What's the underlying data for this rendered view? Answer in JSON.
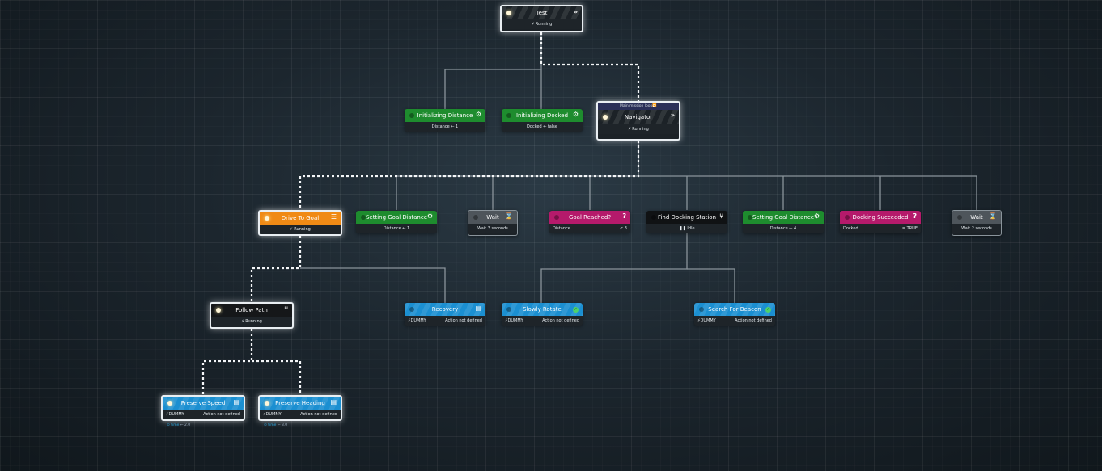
{
  "tree": {
    "nodes": {
      "test": {
        "title": "Test",
        "status_icon": "run-icon",
        "status": "Running",
        "color": "#6b45b0",
        "icon": "sequence-chevrons-icon"
      },
      "init_distance": {
        "title": "Initializing Distance",
        "value": "Distance ← 1",
        "color": "#1e8c2e",
        "icon": "gears-icon"
      },
      "init_docked": {
        "title": "Initializing Docked",
        "value": "Docked ← false",
        "color": "#1e8c2e",
        "icon": "gears-icon"
      },
      "navigator": {
        "annotation": "Main mission loop🔁",
        "title": "Navigator",
        "status": "Running",
        "color": "#6b45b0",
        "icon": "sequence-chevrons-icon"
      },
      "drive_to_goal": {
        "title": "Drive To Goal",
        "status": "Running",
        "color": "#f08a15",
        "icon": "fallback-list-icon"
      },
      "set_goal_distance_1": {
        "title": "Setting Goal Distance",
        "value": "Distance ← 1",
        "color": "#1e8c2e",
        "icon": "gears-icon"
      },
      "wait_3": {
        "title": "Wait",
        "value": "Wait 3 seconds",
        "color": "#4e555b",
        "icon": "hourglass-icon"
      },
      "goal_reached": {
        "title": "Goal Reached?",
        "var": "Distance",
        "op": "<",
        "rhs": "< 3",
        "color": "#b51a6b",
        "icon": "question-icon"
      },
      "find_docking": {
        "title": "Find Docking Station",
        "status": "Idle",
        "color": "#101214",
        "icon": "parallel-branch-icon"
      },
      "set_goal_distance_4": {
        "title": "Setting Goal Distance",
        "value": "Distance ← 4",
        "color": "#1e8c2e",
        "icon": "gears-icon"
      },
      "docking_succeeded": {
        "title": "Docking Succeeded",
        "var": "Docked",
        "op": "=",
        "rhs": "= TRUE",
        "color": "#b51a6b",
        "icon": "question-icon"
      },
      "wait_2": {
        "title": "Wait",
        "value": "Wait 2 seconds",
        "color": "#4e555b",
        "icon": "hourglass-icon"
      },
      "follow_path": {
        "title": "Follow Path",
        "status": "Running",
        "color": "#151719",
        "icon": "parallel-branch-icon"
      },
      "recovery": {
        "title": "Recovery",
        "tag": "DUMMY",
        "note": "Action not defined",
        "color": "#1b8fd1",
        "icon": "clipboard-icon"
      },
      "slowly_rotate": {
        "title": "Slowly Rotate",
        "tag": "DUMMY",
        "note": "Action not defined",
        "color": "#1b8fd1",
        "icon": "check-circle-icon"
      },
      "search_beacon": {
        "title": "Search For Beacon",
        "tag": "DUMMY",
        "note": "Action not defined",
        "color": "#1b8fd1",
        "icon": "check-circle-icon"
      },
      "preserve_speed": {
        "title": "Preserve Speed",
        "tag": "DUMMY",
        "note": "Action not defined",
        "foot_key": "time",
        "foot_val": "← 2.0",
        "color": "#1b8fd1",
        "icon": "clipboard-icon"
      },
      "preserve_heading": {
        "title": "Preserve Heading",
        "tag": "DUMMY",
        "note": "Action not defined",
        "foot_key": "time",
        "foot_val": "← 3.0",
        "color": "#1b8fd1",
        "icon": "clipboard-icon"
      }
    }
  }
}
